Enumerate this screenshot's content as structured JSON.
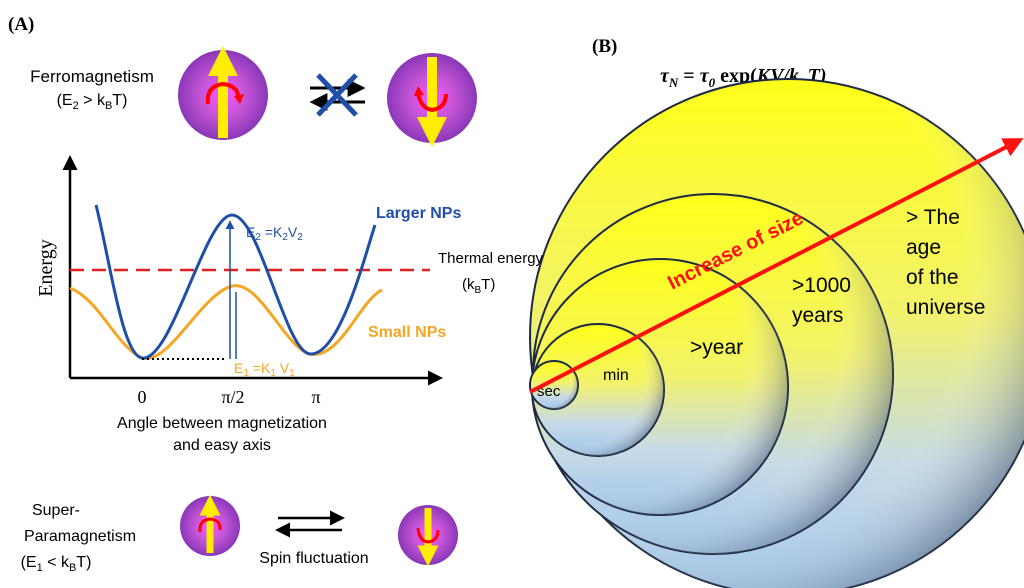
{
  "panel_a": {
    "label": "(A)",
    "ferro_title": "Ferromagnetism",
    "ferro_cond_pre": "(E",
    "ferro_cond_sub": "2",
    "ferro_cond_mid": " > k",
    "ferro_cond_sub2": "B",
    "ferro_cond_post": "T)",
    "ylabel": "Energy",
    "xlabel_line1": "Angle between magnetization",
    "xlabel_line2": "and easy axis",
    "ticks": [
      "0",
      "π/2",
      "π"
    ],
    "larger_label": "Larger NPs",
    "small_label": "Small NPs",
    "thermal_label": "Thermal energy",
    "thermal_kbt_pre": "(k",
    "thermal_kbt_sub": "B",
    "thermal_kbt_post": "T)",
    "e2_pre": "E",
    "e2_sub": "2",
    "e2_mid": " =K",
    "e2_sub2": "2",
    "e2_v": "V",
    "e2_sub3": "2",
    "e1_pre": "E",
    "e1_sub": "1",
    "e1_mid": " =K",
    "e1_sub2": "1",
    "e1_v": " V",
    "e1_sub3": "1",
    "super_line1": "Super-",
    "super_line2": "Paramagnetism",
    "super_cond_pre": "(E",
    "super_cond_sub": "1",
    "super_cond_mid": " < k",
    "super_cond_sub2": "B",
    "super_cond_post": "T)",
    "spin_label": "Spin fluctuation",
    "colors": {
      "larger": "#1f4fa8",
      "small": "#f5a623",
      "thermal": "#e02020",
      "spin": "#9b3cc4"
    }
  },
  "panel_b": {
    "label": "(B)",
    "formula_tau": "τ",
    "formula_tau_sub": "N",
    "formula_eq": " = ",
    "formula_tau0": "τ",
    "formula_tau0_sub": "0",
    "formula_exp": " exp(",
    "formula_kv": "KV/k",
    "formula_kv_sub": "B",
    "formula_t": "T)",
    "arrow_label": "Increase of size",
    "circles": [
      "sec",
      "min",
      ">year",
      ">1000",
      "years",
      "> The",
      "age",
      "of the",
      "universe"
    ],
    "colors": {
      "top": "#ffff1a",
      "bottom": "#9ec4e8",
      "arrow": "#ff1010"
    }
  }
}
